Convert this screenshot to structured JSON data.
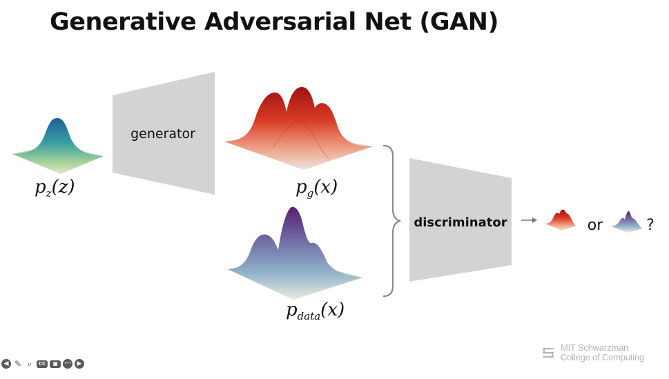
{
  "slide": {
    "title": "Generative Adversarial Net (GAN)"
  },
  "diagram": {
    "generator_label": "generator",
    "discriminator_label": "discriminator",
    "pz_label": {
      "base": "p",
      "sub": "z",
      "arg": "(z)"
    },
    "pg_label": {
      "base": "p",
      "sub": "g",
      "arg": "(x)"
    },
    "pdata_label": {
      "base": "p",
      "sub": "data",
      "arg": "(x)"
    },
    "question_or": "or",
    "question_mark": "?"
  },
  "colors": {
    "block_fill": "#d3d3d3",
    "noise_peak": "#1e6ea8",
    "noise_base": "#d6dcc0",
    "generated_peak": "#c41a17",
    "generated_base": "#e8ddd4",
    "real_peak": "#6b2a7c",
    "real_mid": "#6a8fb0",
    "real_base": "#e4e6dc",
    "watermark": "#9a9a9a"
  },
  "watermark": {
    "line1": "MIT Schwarzman",
    "line2": "College of Computing"
  },
  "player_controls": [
    {
      "name": "previous-slide-button",
      "icon": "arrow-left-icon",
      "glyph": "◀"
    },
    {
      "name": "pen-tool-button",
      "icon": "pencil-icon",
      "glyph": "✎"
    },
    {
      "name": "zoom-button",
      "icon": "magnifier-icon",
      "glyph": "⌕"
    },
    {
      "name": "captions-button",
      "icon": "cc-icon",
      "glyph": "CC"
    },
    {
      "name": "camera-button",
      "icon": "camera-icon",
      "glyph": "■"
    },
    {
      "name": "more-options-button",
      "icon": "ellipsis-icon",
      "glyph": "•••"
    },
    {
      "name": "next-slide-button",
      "icon": "arrow-right-icon",
      "glyph": "▶"
    }
  ]
}
